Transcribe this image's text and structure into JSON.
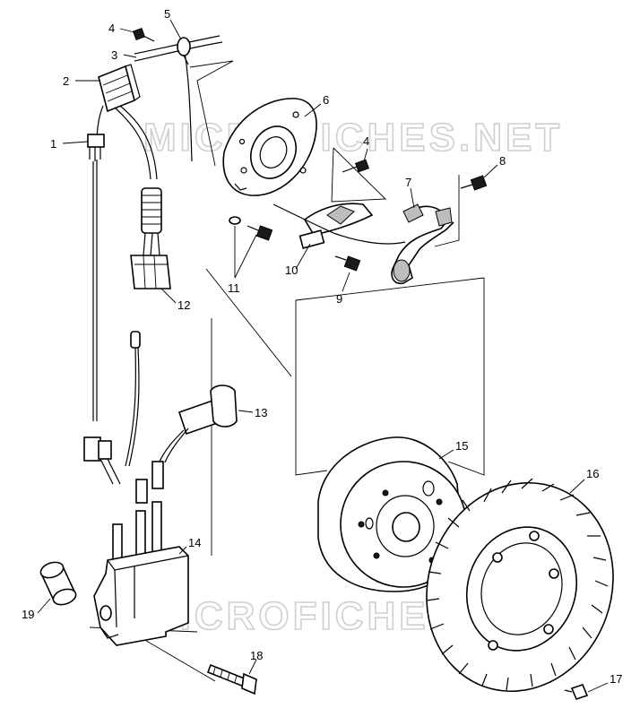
{
  "watermark": {
    "text": "MICROFICHES.NET"
  },
  "callouts": [
    {
      "id": "c1",
      "label": "1"
    },
    {
      "id": "c2",
      "label": "2"
    },
    {
      "id": "c3",
      "label": "3"
    },
    {
      "id": "c4a",
      "label": "4"
    },
    {
      "id": "c5",
      "label": "5"
    },
    {
      "id": "c6",
      "label": "6"
    },
    {
      "id": "c4b",
      "label": "4"
    },
    {
      "id": "c7",
      "label": "7"
    },
    {
      "id": "c8",
      "label": "8"
    },
    {
      "id": "c9",
      "label": "9"
    },
    {
      "id": "c10",
      "label": "10"
    },
    {
      "id": "c11",
      "label": "11"
    },
    {
      "id": "c12",
      "label": "12"
    },
    {
      "id": "c13",
      "label": "13"
    },
    {
      "id": "c14",
      "label": "14"
    },
    {
      "id": "c15",
      "label": "15"
    },
    {
      "id": "c16",
      "label": "16"
    },
    {
      "id": "c17",
      "label": "17"
    },
    {
      "id": "c18",
      "label": "18"
    },
    {
      "id": "c19",
      "label": "19"
    }
  ]
}
